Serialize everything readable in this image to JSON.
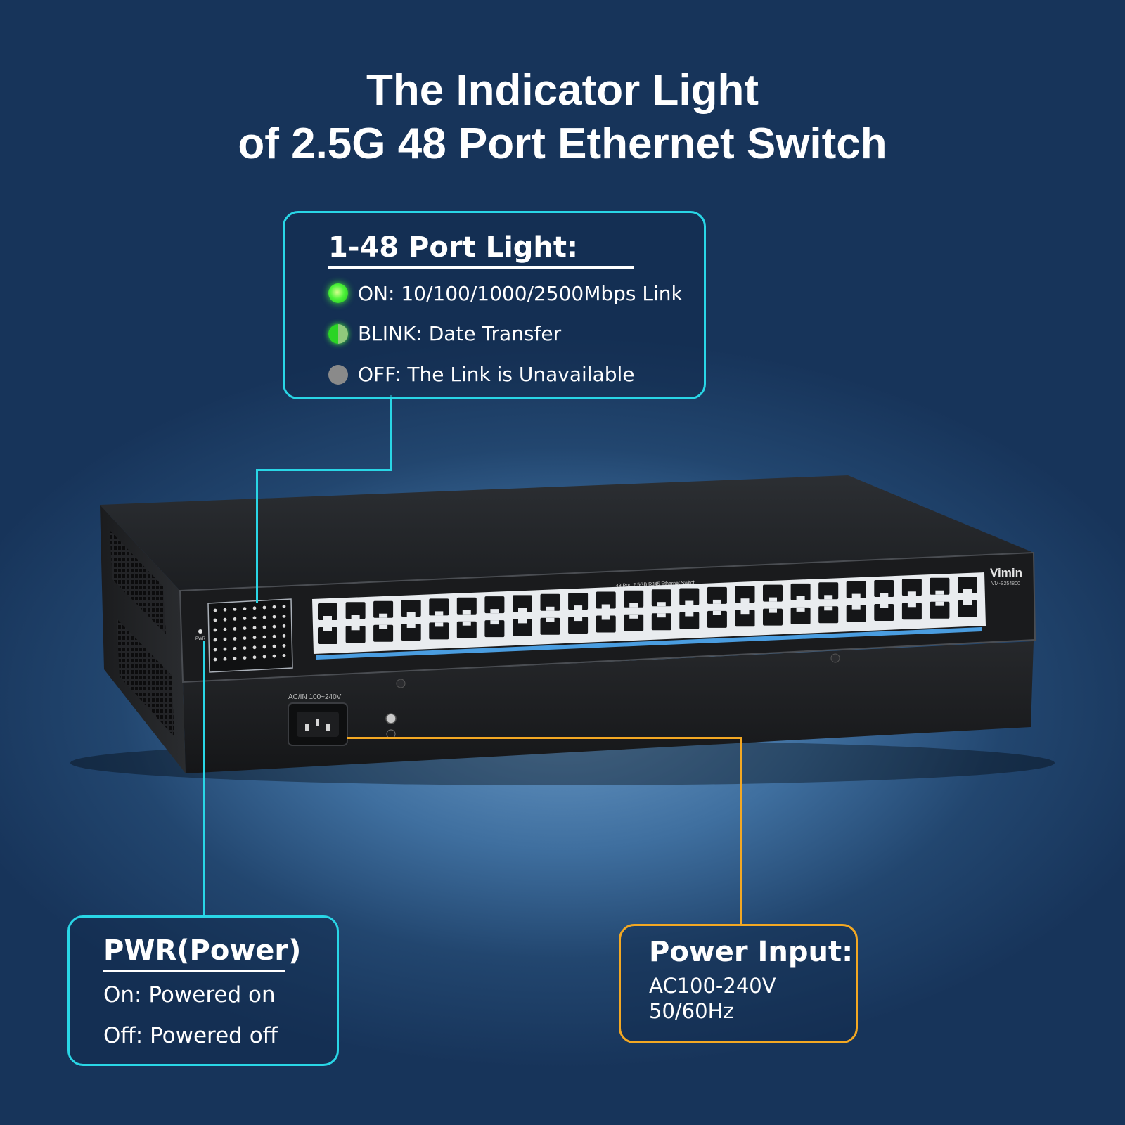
{
  "title": {
    "line1": "The Indicator Light",
    "line2": "of 2.5G 48 Port Ethernet Switch"
  },
  "port_light": {
    "heading": "1-48 Port Light:",
    "items": [
      {
        "state": "on",
        "label": "ON: 10/100/1000/2500Mbps Link"
      },
      {
        "state": "blink",
        "label": "BLINK: Date Transfer"
      },
      {
        "state": "off",
        "label": "OFF: The Link is Unavailable"
      }
    ]
  },
  "pwr": {
    "heading": "PWR(Power)",
    "on": "On: Powered on",
    "off": "Off: Powered off"
  },
  "power_input": {
    "heading": "Power Input:",
    "line1": "AC100-240V",
    "line2": "50/60Hz"
  },
  "device": {
    "brand": "Vimin",
    "model": "VM-S254800",
    "front_label": "48 Port 2.5GB RJ45 Ethernet Switch",
    "power_label": "AC/IN 100~240V",
    "pwr_led_label": "PWR"
  },
  "colors": {
    "accent_cyan": "#29d6e6",
    "accent_orange": "#f3a823",
    "led_green": "#3ee32f",
    "led_off": "#8a8a8a"
  }
}
